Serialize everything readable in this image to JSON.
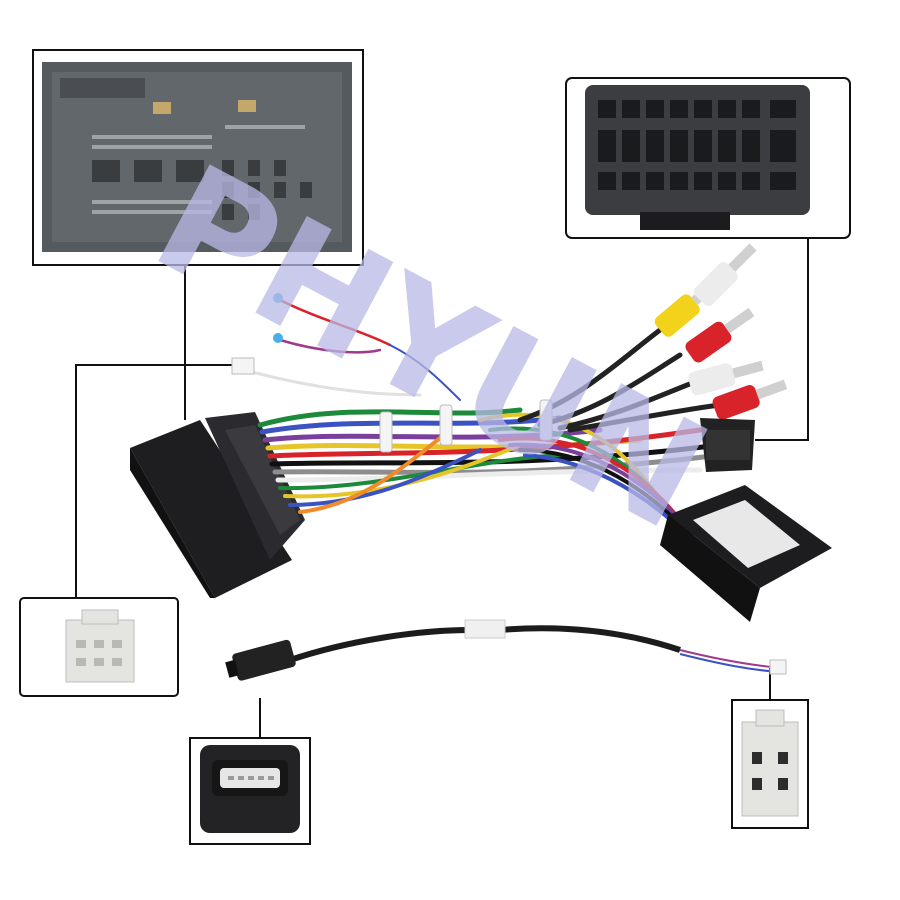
{
  "watermark": {
    "text": "PHYUN",
    "color": "#b9b9e6"
  },
  "colors": {
    "connector_dark": "#2a2a2e",
    "connector_grey": "#55595d",
    "plug_white": "#e9e9e6",
    "rca_red": "#d8232a",
    "rca_yellow": "#f2d21b",
    "frame": "#111111"
  },
  "callouts": [
    {
      "name": "main-harness-connector-closeup"
    },
    {
      "name": "iso-16pin-connector-closeup"
    },
    {
      "name": "small-white-plug-closeup"
    },
    {
      "name": "mini-usb-port-closeup"
    },
    {
      "name": "white-4pin-plug-closeup"
    }
  ]
}
